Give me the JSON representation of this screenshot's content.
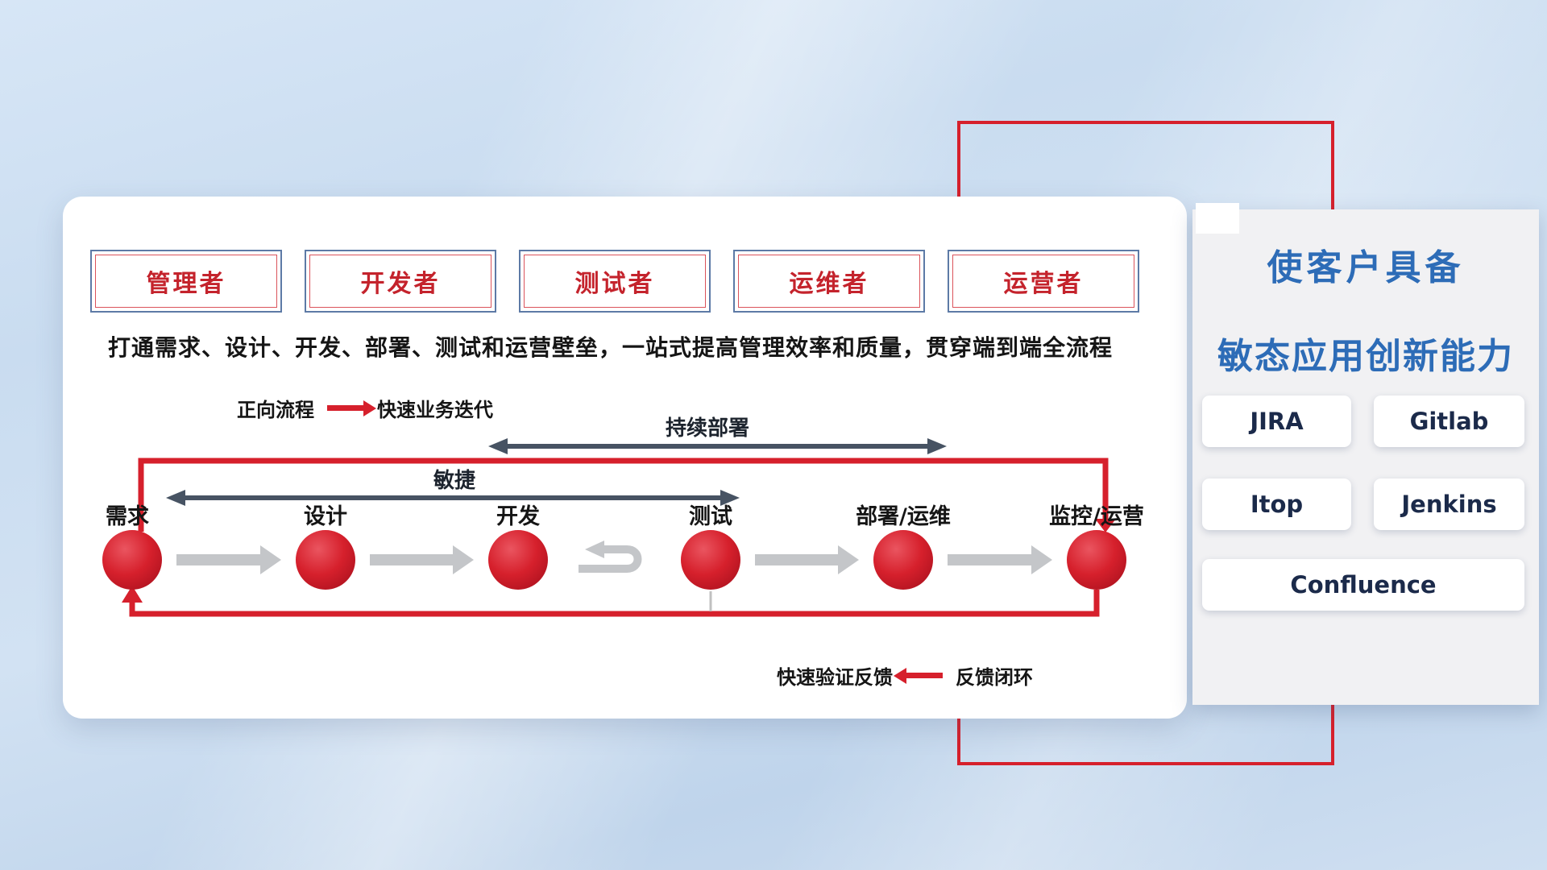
{
  "colors": {
    "accent_red": "#d6202c",
    "title_blue": "#2d6cb7",
    "role_text_red": "#c4232c",
    "span_arrow_dark": "#475363",
    "flow_arrow_gray": "#c4c6c9"
  },
  "roles": [
    "管理者",
    "开发者",
    "测试者",
    "运维者",
    "运营者"
  ],
  "headline": "打通需求、设计、开发、部署、测试和运营壁垒，一站式提高管理效率和质量，贯穿端到端全流程",
  "legend_forward": {
    "label": "正向流程",
    "value": "快速业务迭代"
  },
  "legend_feedback": {
    "label": "快速验证反馈",
    "value": "反馈闭环"
  },
  "flow": {
    "stages": [
      "需求",
      "设计",
      "开发",
      "测试",
      "部署/运维",
      "监控/运营"
    ],
    "agile_label": "敏捷",
    "cd_label": "持续部署"
  },
  "right_panel": {
    "title_line1": "使客户具备",
    "title_line2": "敏态应用创新能力",
    "tools": [
      "JIRA",
      "Gitlab",
      "Itop",
      "Jenkins",
      "Confluence"
    ]
  }
}
